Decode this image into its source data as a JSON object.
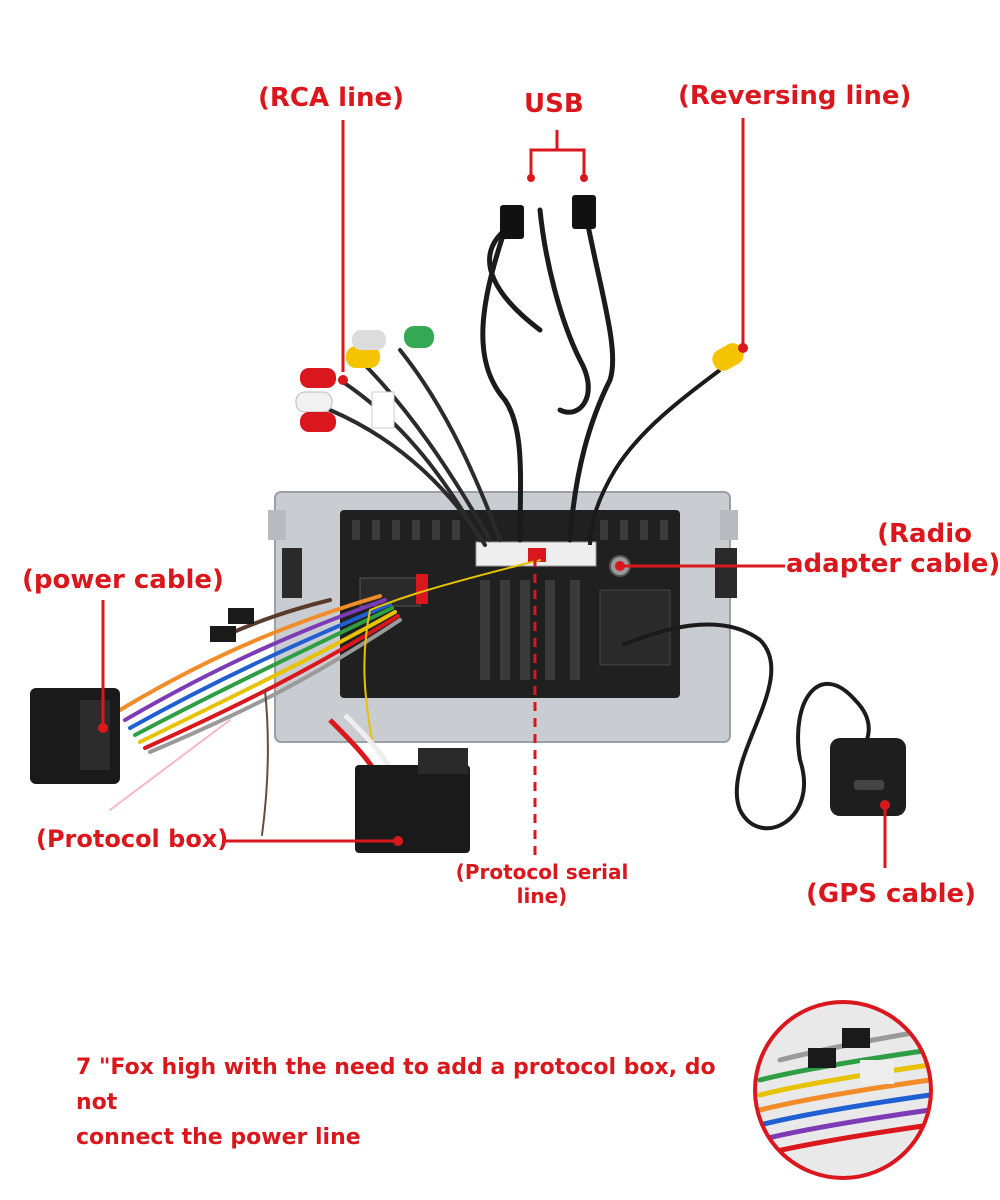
{
  "labels": {
    "rca": "(RCA line)",
    "usb": "USB",
    "reversing": "(Reversing line)",
    "radio_line1": "(Radio",
    "radio_line2": "adapter cable)",
    "power": "(power cable)",
    "protocol_box": "(Protocol box)",
    "serial_line1": "(Protocol serial",
    "serial_line2": "line)",
    "gps": "(GPS cable)"
  },
  "note": {
    "line1": "7 \"Fox high with the need to add a protocol box, do not",
    "line2": "connect the power line"
  },
  "colors": {
    "label_red": "#d9171c",
    "cable_black": "#1b1b1b",
    "panel_silver": "#c9ccd0",
    "unit_black": "#202020"
  },
  "icons": [
    "rca-connector-icon",
    "usb-plug-icon",
    "gps-antenna-icon",
    "harness-plug-icon"
  ]
}
